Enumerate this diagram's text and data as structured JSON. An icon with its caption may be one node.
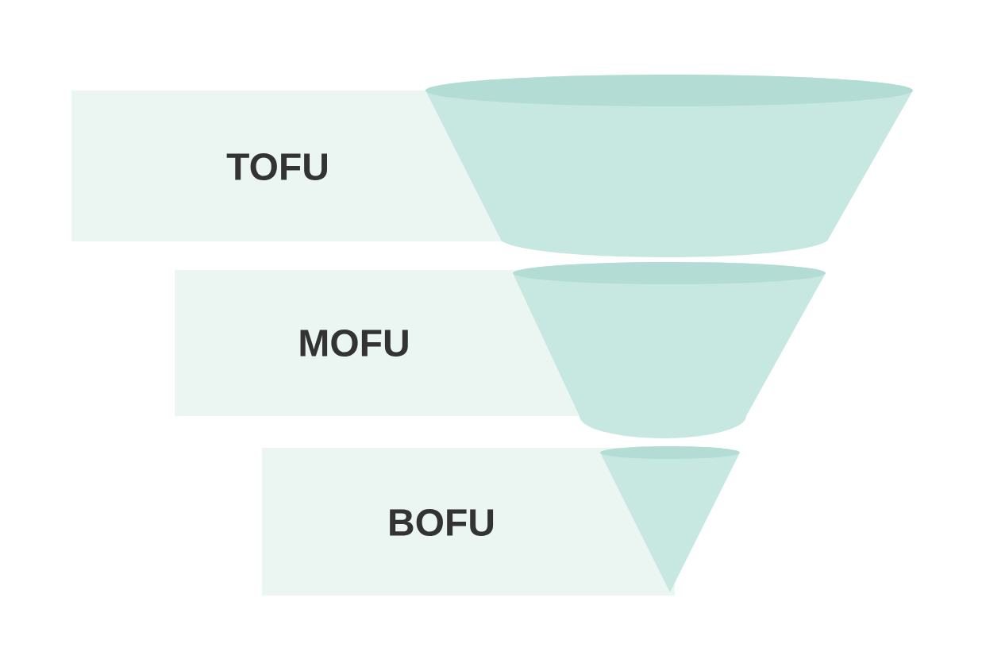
{
  "diagram": {
    "nodes": [
      {
        "text": [
          "TOFU"
        ]
      },
      {
        "text": [
          "MOFU"
        ]
      },
      {
        "text": [
          "BOFU"
        ]
      }
    ]
  }
}
